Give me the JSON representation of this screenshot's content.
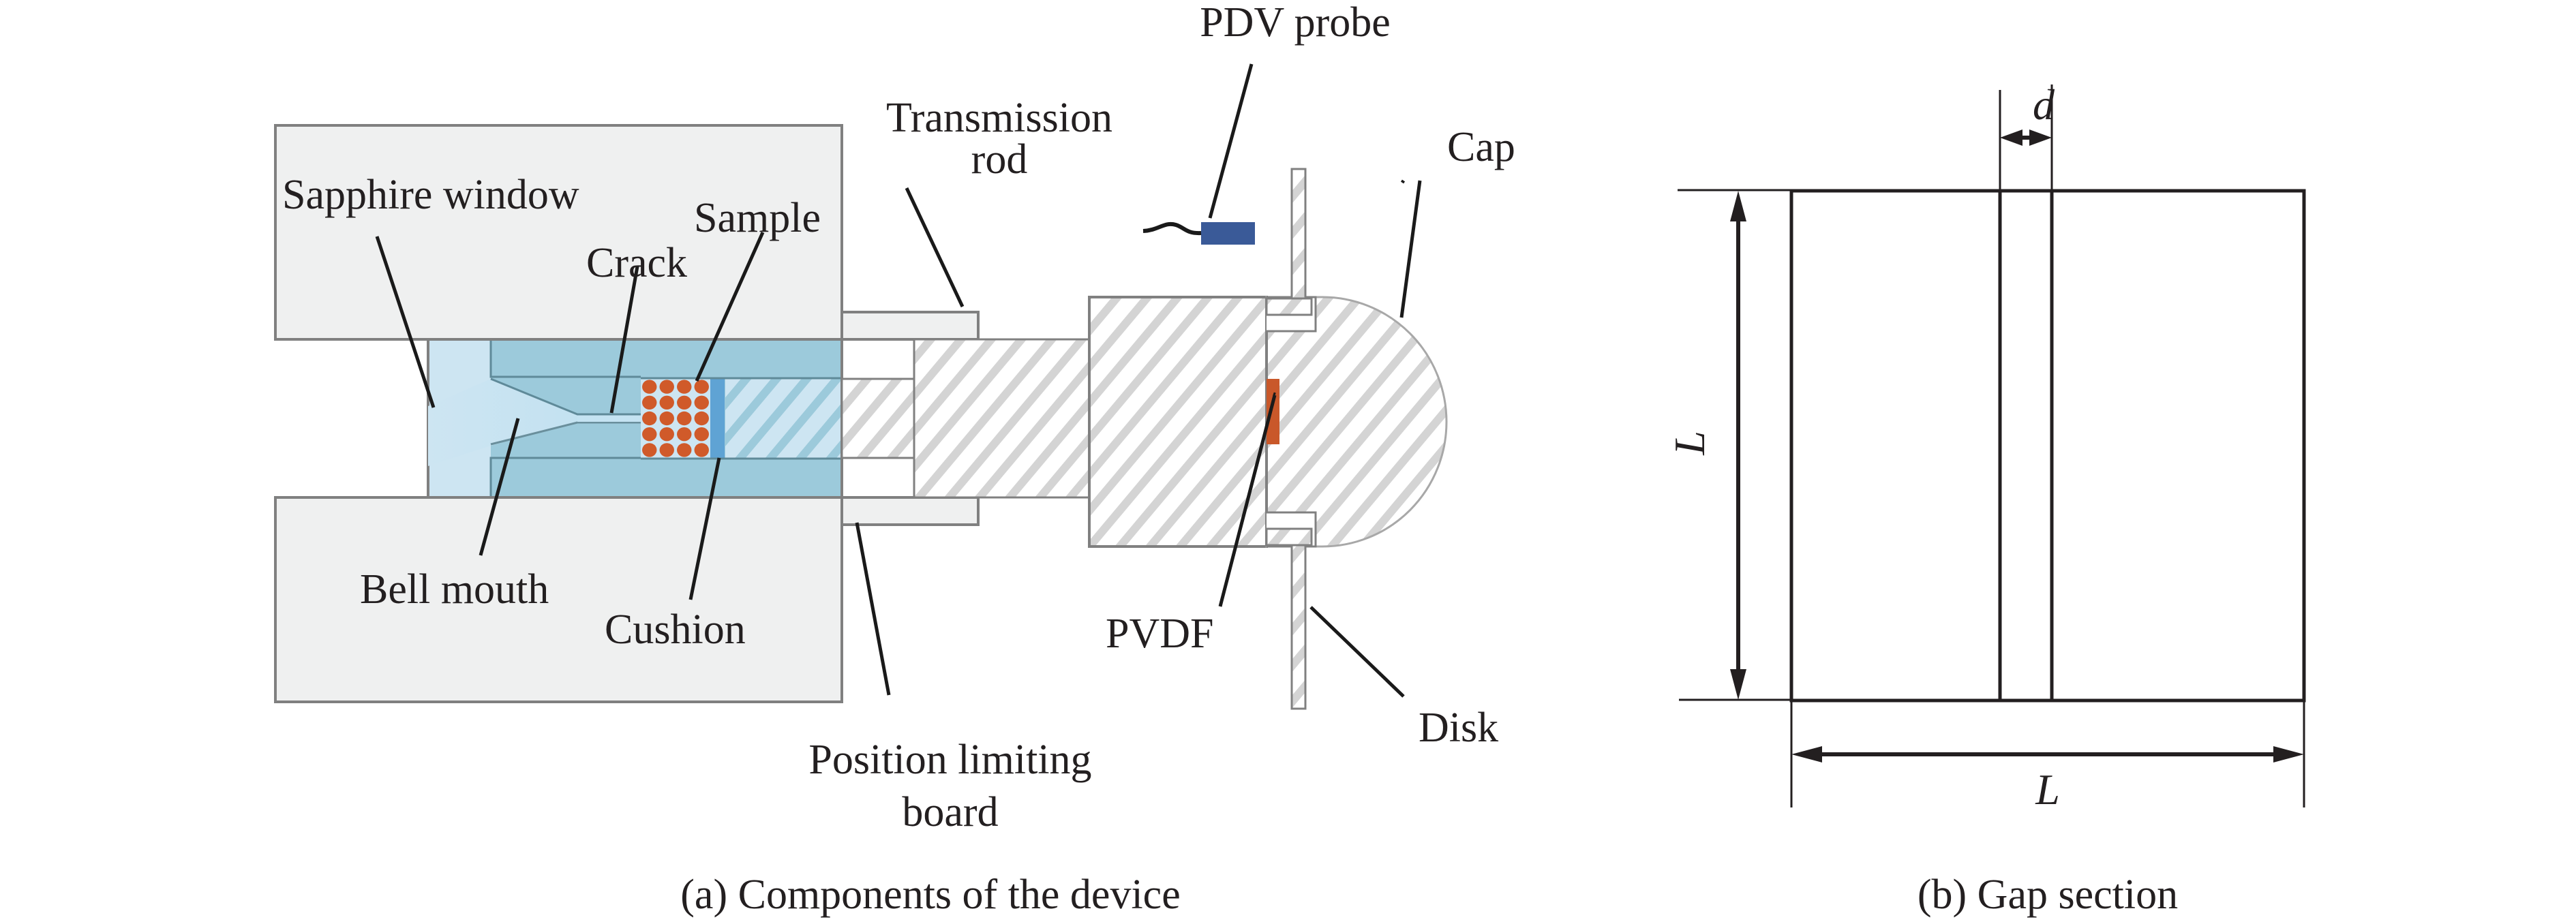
{
  "figure": {
    "panel_a": {
      "caption": "(a) Components of the device",
      "labels": {
        "sapphire_window": "Sapphire window",
        "sample": "Sample",
        "crack": "Crack",
        "bell_mouth": "Bell mouth",
        "cushion": "Cushion",
        "transmission_rod_line1": "Transmission",
        "transmission_rod_line2": "rod",
        "pdv_probe": "PDV probe",
        "cap": "Cap",
        "pvdf": "PVDF",
        "disk": "Disk",
        "position_board_line1": "Position limiting",
        "position_board_line2": "board"
      },
      "sample_grid": {
        "rows": 5,
        "cols": 4
      }
    },
    "panel_b": {
      "caption": "(b) Gap section",
      "dimension_gap": "d",
      "dimension_height": "L",
      "dimension_width": "L"
    },
    "colors": {
      "block_fill": "#eff0f0",
      "frame_stroke": "#808080",
      "sapphire_light": "#cde5f2",
      "sapphire_body": "#9ccadb",
      "channel_stroke": "#5f8a99",
      "sample_dot": "#d05a2a",
      "cushion": "#5fa3d4",
      "probe": "#3a5a98",
      "pvdf": "#c9582a",
      "hatch": "#d4d4d4",
      "hatch_blue": "#9ccadb",
      "ink": "#231f20"
    }
  }
}
